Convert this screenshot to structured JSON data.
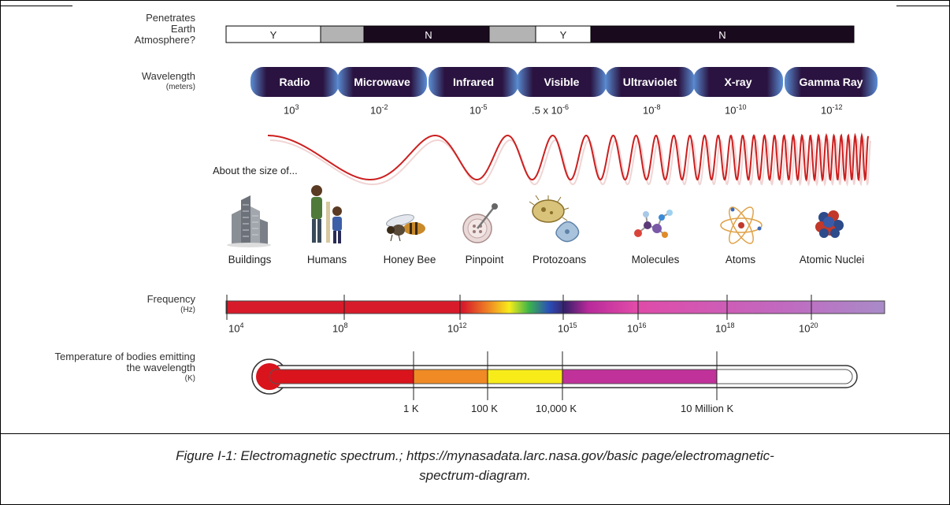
{
  "rows": {
    "atmosphere_label": "Penetrates Earth Atmosphere?",
    "wavelength_label": "Wavelength",
    "wavelength_unit": "(meters)",
    "frequency_label": "Frequency",
    "frequency_unit": "(Hz)",
    "temperature_label": "Temperature of bodies emitting the wavelength",
    "temperature_unit": "(K)"
  },
  "atmosphere": {
    "segments": [
      {
        "label": "Y",
        "color": "#ffffff"
      },
      {
        "label": "",
        "color": "#b3b3b3"
      },
      {
        "label": "N",
        "color": "#1a0a1e"
      },
      {
        "label": "",
        "color": "#b3b3b3"
      },
      {
        "label": "Y",
        "color": "#ffffff"
      },
      {
        "label": "N",
        "color": "#1a0a1e"
      }
    ]
  },
  "bands": [
    {
      "label": "Radio",
      "wavelength_base": "10",
      "wavelength_exp": "3"
    },
    {
      "label": "Microwave",
      "wavelength_base": "10",
      "wavelength_exp": "-2"
    },
    {
      "label": "Infrared",
      "wavelength_base": "10",
      "wavelength_exp": "-5"
    },
    {
      "label": "Visible",
      "wavelength_base": ".5 x 10",
      "wavelength_exp": "-6"
    },
    {
      "label": "Ultraviolet",
      "wavelength_base": "10",
      "wavelength_exp": "-8"
    },
    {
      "label": "X-ray",
      "wavelength_base": "10",
      "wavelength_exp": "-10"
    },
    {
      "label": "Gamma Ray",
      "wavelength_base": "10",
      "wavelength_exp": "-12"
    }
  ],
  "size_heading": "About the size of...",
  "objects": [
    {
      "label": "Buildings",
      "icon": "buildings-icon"
    },
    {
      "label": "Humans",
      "icon": "humans-icon"
    },
    {
      "label": "Honey Bee",
      "icon": "honey-bee-icon"
    },
    {
      "label": "Pinpoint",
      "icon": "pinpoint-icon"
    },
    {
      "label": "Protozoans",
      "icon": "protozoans-icon"
    },
    {
      "label": "Molecules",
      "icon": "molecules-icon"
    },
    {
      "label": "Atoms",
      "icon": "atom-icon"
    },
    {
      "label": "Atomic Nuclei",
      "icon": "atomic-nuclei-icon"
    }
  ],
  "frequency_ticks": [
    {
      "base": "10",
      "exp": "4"
    },
    {
      "base": "10",
      "exp": "8"
    },
    {
      "base": "10",
      "exp": "12"
    },
    {
      "base": "10",
      "exp": "15"
    },
    {
      "base": "10",
      "exp": "16"
    },
    {
      "base": "10",
      "exp": "18"
    },
    {
      "base": "10",
      "exp": "20"
    }
  ],
  "temperature_ticks": [
    "1 K",
    "100 K",
    "10,000 K",
    "10 Million K"
  ],
  "colors": {
    "pill_dark": "#2a1340",
    "pill_light": "#5b8fd6",
    "wave": "#cc1f1f",
    "thermo_red": "#d9141c",
    "thermo_orange": "#f08a24",
    "thermo_yellow": "#f7ec1a",
    "thermo_magenta": "#c0319a"
  },
  "caption": {
    "line1": "Figure I-1: Electromagnetic spectrum.; https://mynasadata.larc.nasa.gov/basic page/electromagnetic-",
    "line2": "spectrum-diagram."
  }
}
